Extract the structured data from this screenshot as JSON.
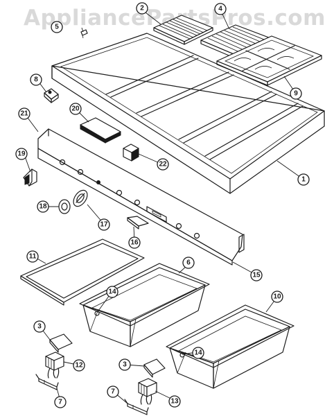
{
  "watermark": "AppliancePartsPros.com",
  "callouts": [
    {
      "id": "c1",
      "label": "1"
    },
    {
      "id": "c2",
      "label": "2"
    },
    {
      "id": "c3a",
      "label": "3"
    },
    {
      "id": "c3b",
      "label": "3"
    },
    {
      "id": "c4",
      "label": "4"
    },
    {
      "id": "c5",
      "label": "5"
    },
    {
      "id": "c6",
      "label": "6"
    },
    {
      "id": "c7a",
      "label": "7"
    },
    {
      "id": "c7b",
      "label": "7"
    },
    {
      "id": "c8",
      "label": "8"
    },
    {
      "id": "c9",
      "label": "9"
    },
    {
      "id": "c10",
      "label": "10"
    },
    {
      "id": "c11",
      "label": "11"
    },
    {
      "id": "c12",
      "label": "12"
    },
    {
      "id": "c13",
      "label": "13"
    },
    {
      "id": "c14a",
      "label": "14"
    },
    {
      "id": "c14b",
      "label": "14"
    },
    {
      "id": "c15",
      "label": "15"
    },
    {
      "id": "c16",
      "label": "16"
    },
    {
      "id": "c17",
      "label": "17"
    },
    {
      "id": "c18",
      "label": "18"
    },
    {
      "id": "c19",
      "label": "19"
    },
    {
      "id": "c20",
      "label": "20"
    },
    {
      "id": "c21",
      "label": "21"
    },
    {
      "id": "c22",
      "label": "22"
    }
  ]
}
